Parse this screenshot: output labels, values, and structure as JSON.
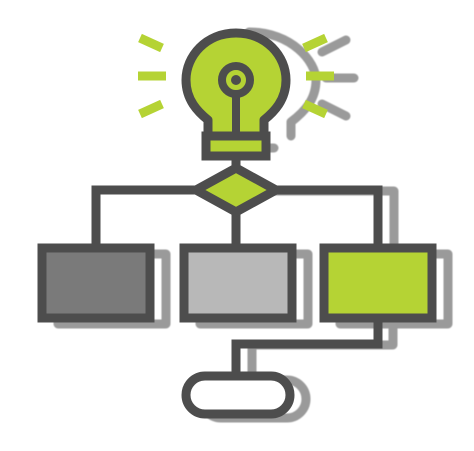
{
  "icon": {
    "name": "idea-flowchart-icon",
    "colors": {
      "outline": "#4d4d4d",
      "shadow": "#9a9a9a",
      "accent": "#b5d334",
      "box_dark": "#7a7a7a",
      "box_light": "#b8b8b8",
      "terminal_fill": "#ffffff",
      "background": "#ffffff"
    },
    "parts": [
      "lightbulb-icon",
      "light-ray-icon",
      "decision-diamond",
      "process-box-left",
      "process-box-middle",
      "process-box-right",
      "terminal-pill",
      "connector-line"
    ]
  }
}
